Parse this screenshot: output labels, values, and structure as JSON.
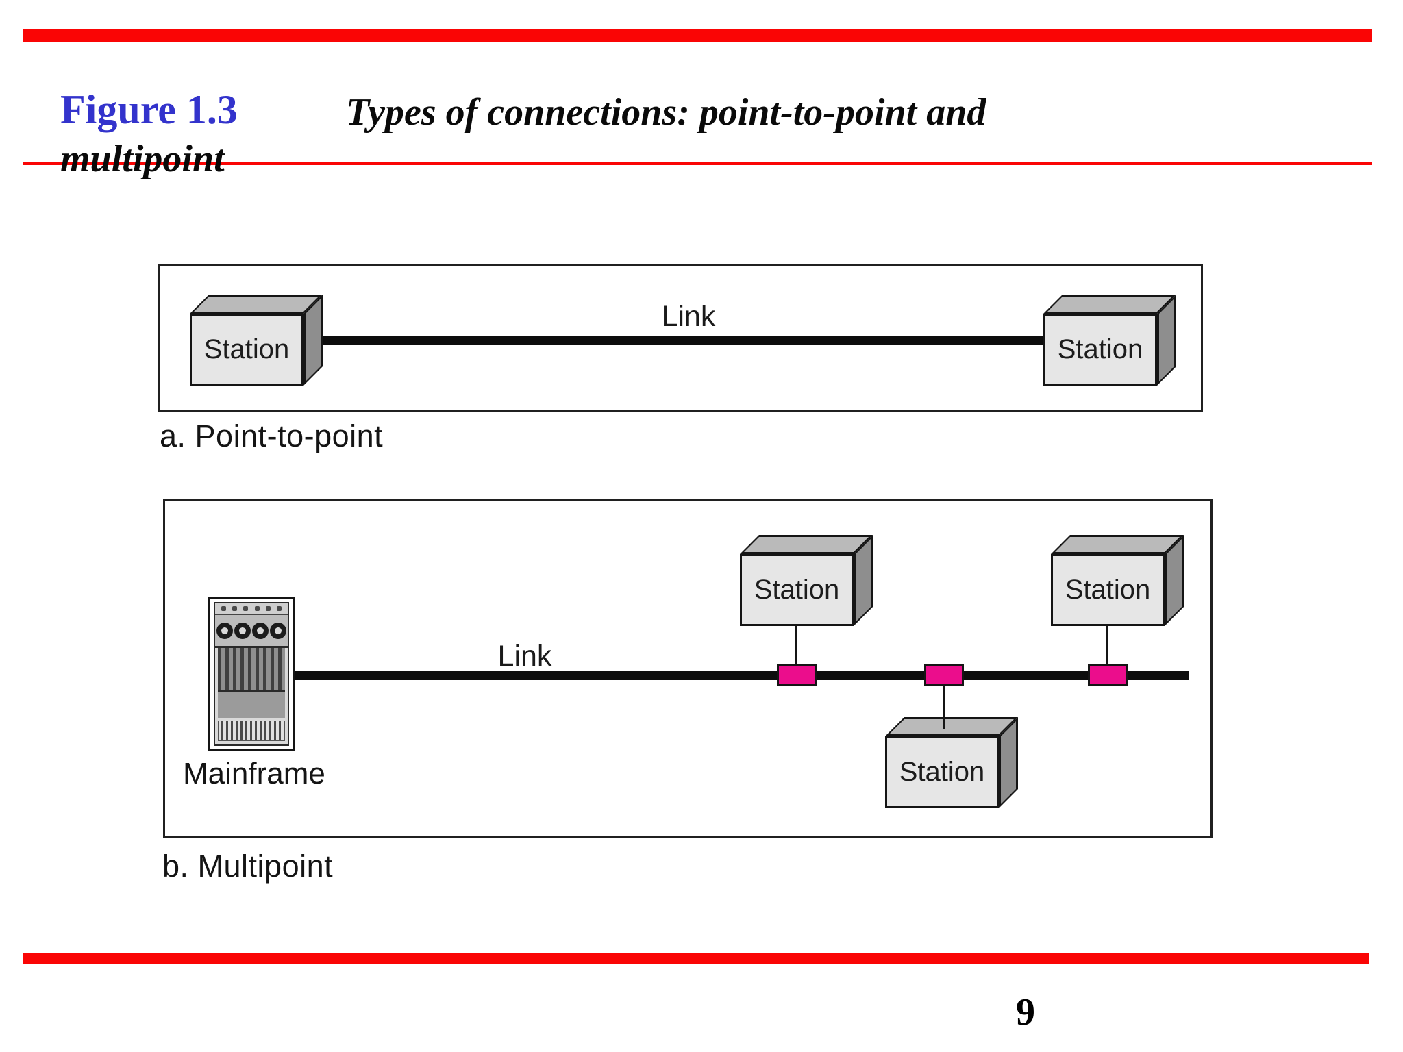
{
  "slide": {
    "header": {
      "figure_label": "Figure 1.3",
      "title_line1": "Types of connections: point-to-point and",
      "title_line2": "multipoint"
    },
    "footer": {
      "page_number": "9"
    },
    "colors": {
      "accent_red": "#fa0505",
      "title_blue": "#3333cc",
      "tap_pink": "#eb0d8c"
    }
  },
  "diagram_a": {
    "caption": "a. Point-to-point",
    "link_label": "Link",
    "station_left": "Station",
    "station_right": "Station"
  },
  "diagram_b": {
    "caption": "b. Multipoint",
    "link_label": "Link",
    "mainframe_label": "Mainframe",
    "station_top_left": "Station",
    "station_top_right": "Station",
    "station_bottom": "Station"
  }
}
